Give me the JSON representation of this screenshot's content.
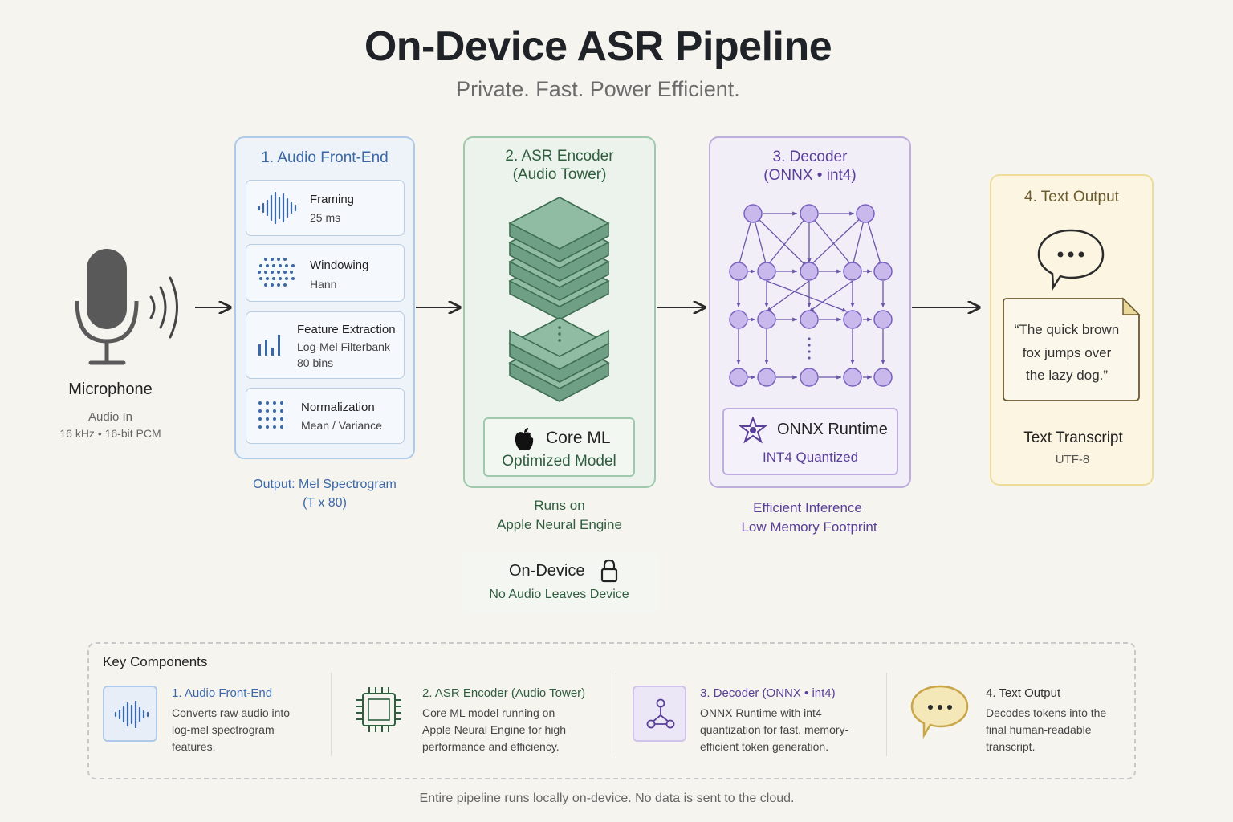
{
  "title": "On-Device ASR Pipeline",
  "subtitle": "Private. Fast. Power Efficient.",
  "microphone": {
    "label": "Microphone",
    "sub1": "Audio In",
    "sub2": "16 kHz • 16-bit PCM",
    "icon": "microphone-icon"
  },
  "stage1": {
    "title": "1. Audio Front-End",
    "steps": [
      {
        "name": "Framing",
        "sub": "25 ms",
        "icon": "waveform-icon"
      },
      {
        "name": "Windowing",
        "sub": "Hann",
        "icon": "dot-grid-icon"
      },
      {
        "name": "Feature Extraction",
        "sub": "Log-Mel Filterbank",
        "sub2": "80 bins",
        "icon": "bar-chart-icon"
      },
      {
        "name": "Normalization",
        "sub": "Mean / Variance",
        "icon": "dot-matrix-icon"
      }
    ],
    "caption1": "Output: Mel Spectrogram",
    "caption2": "(T x 80)"
  },
  "stage2": {
    "title1": "2. ASR Encoder",
    "title2": "(Audio Tower)",
    "engine_name": "Core ML",
    "engine_sub": "Optimized Model",
    "caption1": "Runs on",
    "caption2": "Apple Neural Engine",
    "icon": "apple-icon"
  },
  "stage3": {
    "title1": "3. Decoder",
    "title2": "(ONNX • int4)",
    "runtime_name": "ONNX Runtime",
    "runtime_sub": "INT4 Quantized",
    "caption1": "Efficient Inference",
    "caption2": "Low Memory Footprint",
    "icon": "onnx-icon"
  },
  "stage4": {
    "title": "4. Text Output",
    "quote1": "“The quick brown",
    "quote2": "fox jumps over",
    "quote3": "the lazy dog.”",
    "label": "Text Transcript",
    "sub": "UTF-8",
    "icon": "speech-bubble-icon"
  },
  "on_device": {
    "title": "On-Device",
    "sub": "No Audio Leaves Device",
    "icon": "lock-icon"
  },
  "key": {
    "heading": "Key Components",
    "items": [
      {
        "title": "1. Audio Front-End",
        "d1": "Converts raw audio into",
        "d2": "log-mel spectrogram",
        "d3": "features.",
        "color": "#3b68a8",
        "icon": "waveform-icon"
      },
      {
        "title": "2. ASR Encoder (Audio Tower)",
        "d1": "Core ML model running on",
        "d2": "Apple Neural Engine for high",
        "d3": "performance and efficiency.",
        "color": "#2f5e3f",
        "icon": "chip-icon"
      },
      {
        "title": "3. Decoder (ONNX • int4)",
        "d1": "ONNX Runtime with int4",
        "d2": "quantization for fast, memory-",
        "d3": "efficient token generation.",
        "color": "#5a3f98",
        "icon": "graph-icon"
      },
      {
        "title": "4. Text Output",
        "d1": "Decodes tokens into the",
        "d2": "final human-readable",
        "d3": "transcript.",
        "color": "#555555",
        "icon": "speech-bubble-icon"
      }
    ]
  },
  "footer": "Entire pipeline runs locally on-device. No data is sent to the cloud.",
  "colors": {
    "blue": "#3b68a8",
    "green": "#2f5e3f",
    "purple": "#5a3f98",
    "gold": "#c9a64a"
  }
}
